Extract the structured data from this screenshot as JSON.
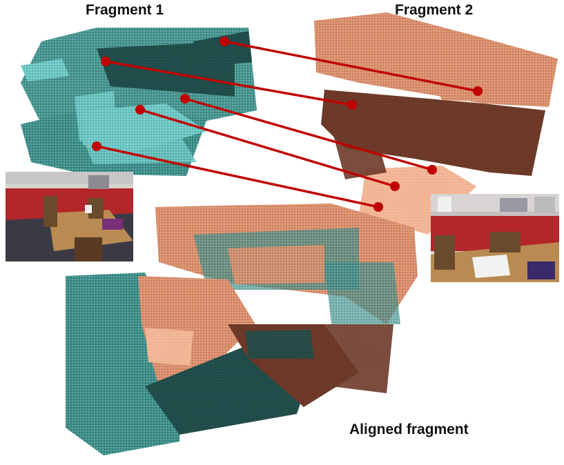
{
  "labels": {
    "fragment1": "Fragment 1",
    "fragment2": "Fragment 2",
    "aligned": "Aligned fragment"
  },
  "colors": {
    "fragment1_dark": "#1f4a48",
    "fragment1_light": "#6cc7c4",
    "fragment2_dark": "#6a3727",
    "fragment2_light": "#e7a585",
    "correspondence_line": "#c00000",
    "photo_cabinet_red": "#b3262a",
    "photo_table_wood": "#b98a52"
  },
  "correspondence_count": 5
}
